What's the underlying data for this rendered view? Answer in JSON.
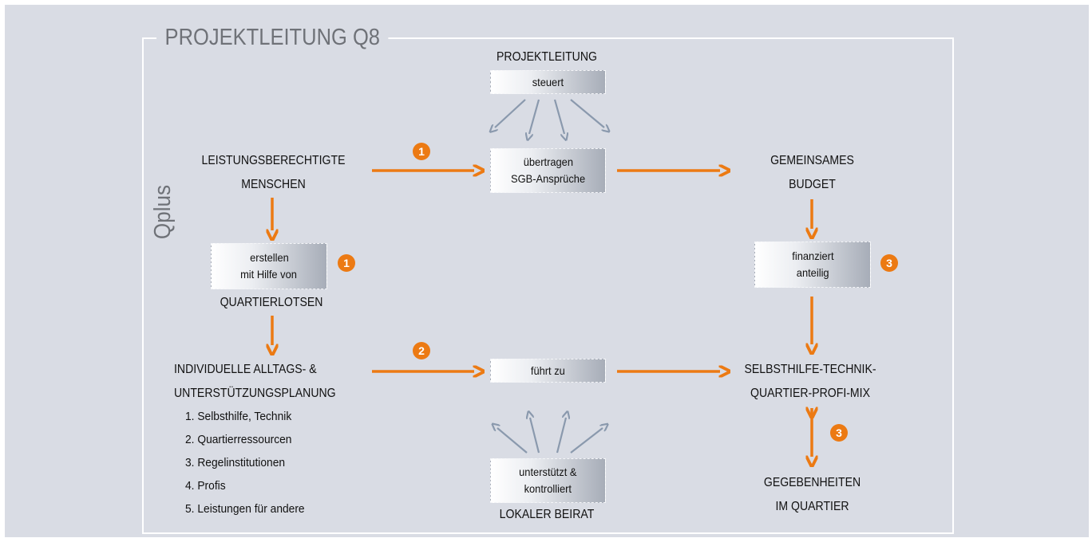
{
  "title": "PROJEKTLEITUNG Q8",
  "side_label": "Qplus",
  "colors": {
    "arrow_orange": "#ec7a13",
    "arrow_gray": "#8a99ad",
    "background": "#d9dce4"
  },
  "nodes": {
    "projektleitung": "PROJEKTLEITUNG",
    "leistungsberechtigte": [
      "LEISTUNGSBERECHTIGTE",
      "MENSCHEN"
    ],
    "gemeinsames_budget": [
      "GEMEINSAMES",
      "BUDGET"
    ],
    "quartierlotsen": "QUARTIERLOTSEN",
    "planung": [
      "INDIVIDUELLE ALLTAGS- &",
      "UNTERSTÜTZUNGSPLANUNG"
    ],
    "mix": [
      "SELBSTHILFE-TECHNIK-",
      "QUARTIER-PROFI-MIX"
    ],
    "gegebenheiten": [
      "GEGEBENHEITEN",
      "IM QUARTIER"
    ],
    "beirat": "LOKALER BEIRAT"
  },
  "boxes": {
    "steuert": [
      "steuert"
    ],
    "uebertragen": [
      "übertragen",
      "SGB-Ansprüche"
    ],
    "erstellen": [
      "erstellen",
      "mit Hilfe von"
    ],
    "finanziert": [
      "finanziert",
      "anteilig"
    ],
    "fuehrt": [
      "führt zu"
    ],
    "unterstuetzt": [
      "unterstützt &",
      "kontrolliert"
    ]
  },
  "planning_items": [
    "1. Selbsthilfe, Technik",
    "2. Quartierressourcen",
    "3. Regelinstitutionen",
    "4. Profis",
    "5. Leistungen für andere"
  ],
  "badges": {
    "uebertragen": "1",
    "erstellen": "1",
    "fuehrt": "2",
    "finanziert": "3",
    "gegebenheiten": "3"
  }
}
